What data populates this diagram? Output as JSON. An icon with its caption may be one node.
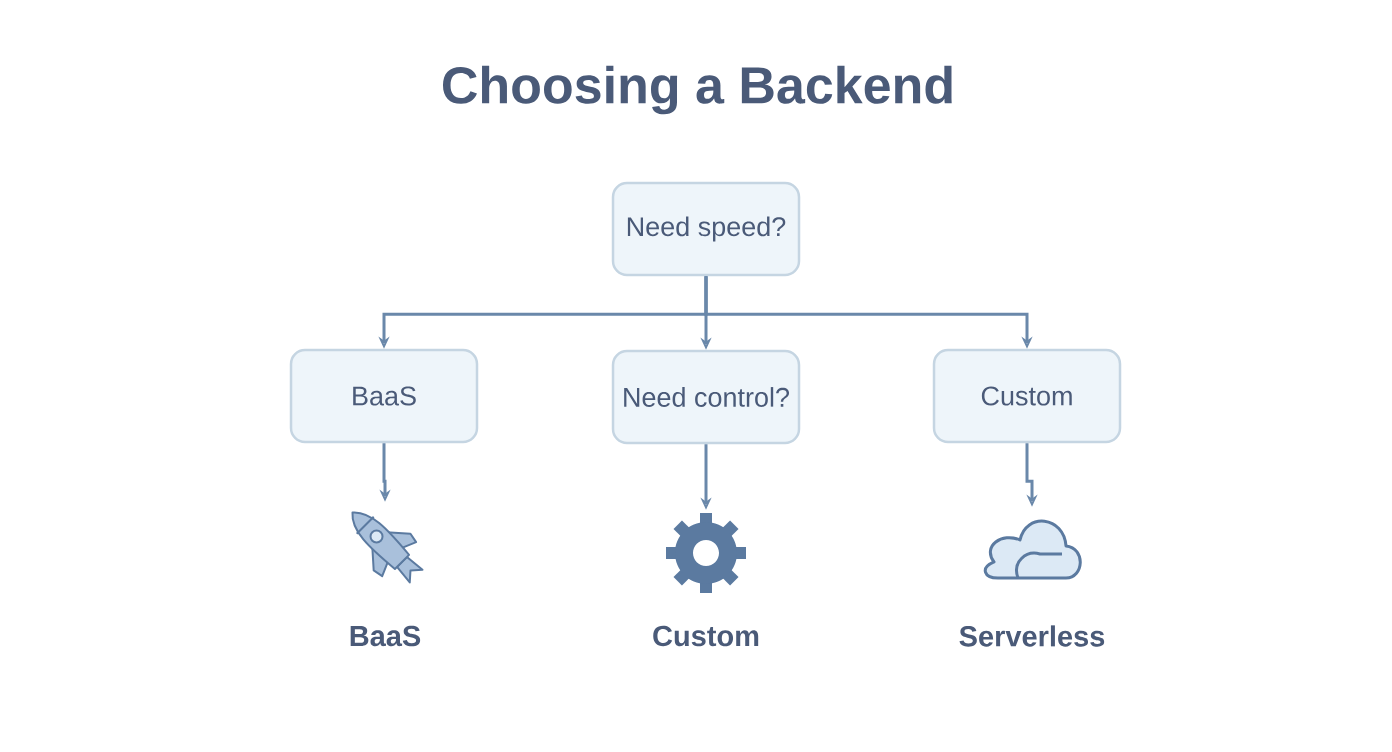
{
  "diagram": {
    "title": "Choosing a Backend",
    "nodes": [
      {
        "text": [
          "Need speed?"
        ]
      },
      {
        "text": [
          "BaaS"
        ]
      },
      {
        "text": [
          "Need control?"
        ]
      },
      {
        "text": [
          "Custom"
        ]
      },
      {
        "text": [],
        "shape": "rocket",
        "beside": [
          "BaaS"
        ]
      },
      {
        "text": [],
        "shape": "gear",
        "beside": [
          "Custom"
        ]
      },
      {
        "text": [],
        "shape": "cloud",
        "beside": [
          "Serverless"
        ]
      }
    ],
    "edges": [
      {
        "from": 0,
        "to": 1,
        "arrow": "to"
      },
      {
        "from": 0,
        "to": 2,
        "arrow": "to"
      },
      {
        "from": 0,
        "to": 3,
        "arrow": "to"
      },
      {
        "from": 1,
        "to": 4,
        "arrow": "to"
      },
      {
        "from": 2,
        "to": 5,
        "arrow": "to"
      },
      {
        "from": 3,
        "to": 6,
        "arrow": "to"
      }
    ]
  }
}
